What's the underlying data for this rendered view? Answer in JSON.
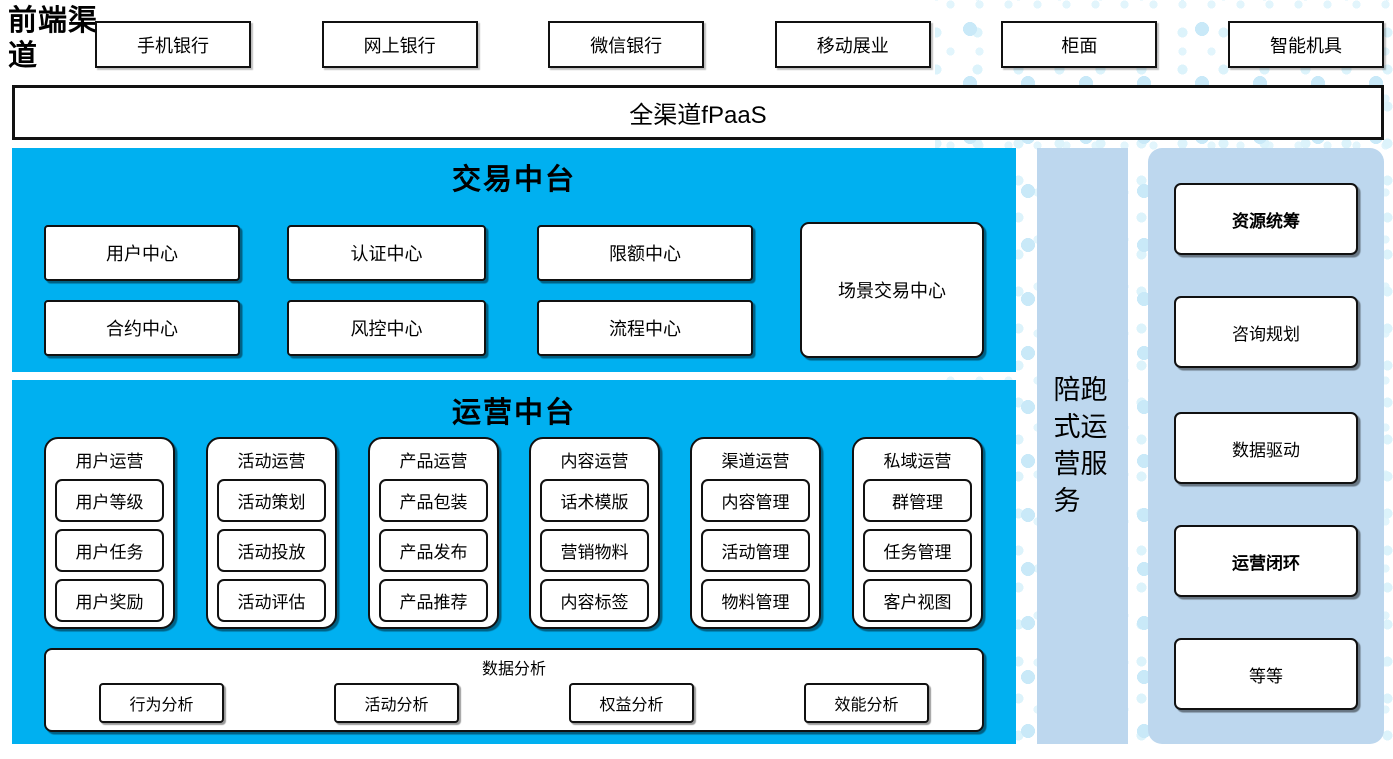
{
  "colors": {
    "accent_blue": "#00b0f0",
    "light_blue": "#bdd7ee",
    "dot_color": "#d6effa",
    "border_black": "#111111"
  },
  "front_channels": {
    "label": "前端渠道",
    "items": [
      "手机银行",
      "网上银行",
      "微信银行",
      "移动展业",
      "柜面",
      "智能机具"
    ]
  },
  "fpaas": {
    "label": "全渠道fPaaS"
  },
  "trade_platform": {
    "title": "交易中台",
    "boxes_row1": [
      "用户中心",
      "认证中心",
      "限额中心"
    ],
    "boxes_row2": [
      "合约中心",
      "风控中心",
      "流程中心"
    ],
    "tall_box": "场景交易中心"
  },
  "ops_platform": {
    "title": "运营中台",
    "columns": [
      {
        "header": "用户运营",
        "items": [
          "用户等级",
          "用户任务",
          "用户奖励"
        ]
      },
      {
        "header": "活动运营",
        "items": [
          "活动策划",
          "活动投放",
          "活动评估"
        ]
      },
      {
        "header": "产品运营",
        "items": [
          "产品包装",
          "产品发布",
          "产品推荐"
        ]
      },
      {
        "header": "内容运营",
        "items": [
          "话术模版",
          "营销物料",
          "内容标签"
        ]
      },
      {
        "header": "渠道运营",
        "items": [
          "内容管理",
          "活动管理",
          "物料管理"
        ]
      },
      {
        "header": "私域运营",
        "items": [
          "群管理",
          "任务管理",
          "客户视图"
        ]
      }
    ],
    "data_analysis": {
      "title": "数据分析",
      "items": [
        "行为分析",
        "活动分析",
        "权益分析",
        "效能分析"
      ]
    }
  },
  "side_service": {
    "label": "陪跑式运营服务"
  },
  "right_panel": {
    "items": [
      {
        "label": "资源统筹",
        "bold": true
      },
      {
        "label": "咨询规划",
        "bold": false
      },
      {
        "label": "数据驱动",
        "bold": false
      },
      {
        "label": "运营闭环",
        "bold": true
      },
      {
        "label": "等等",
        "bold": false
      }
    ]
  }
}
